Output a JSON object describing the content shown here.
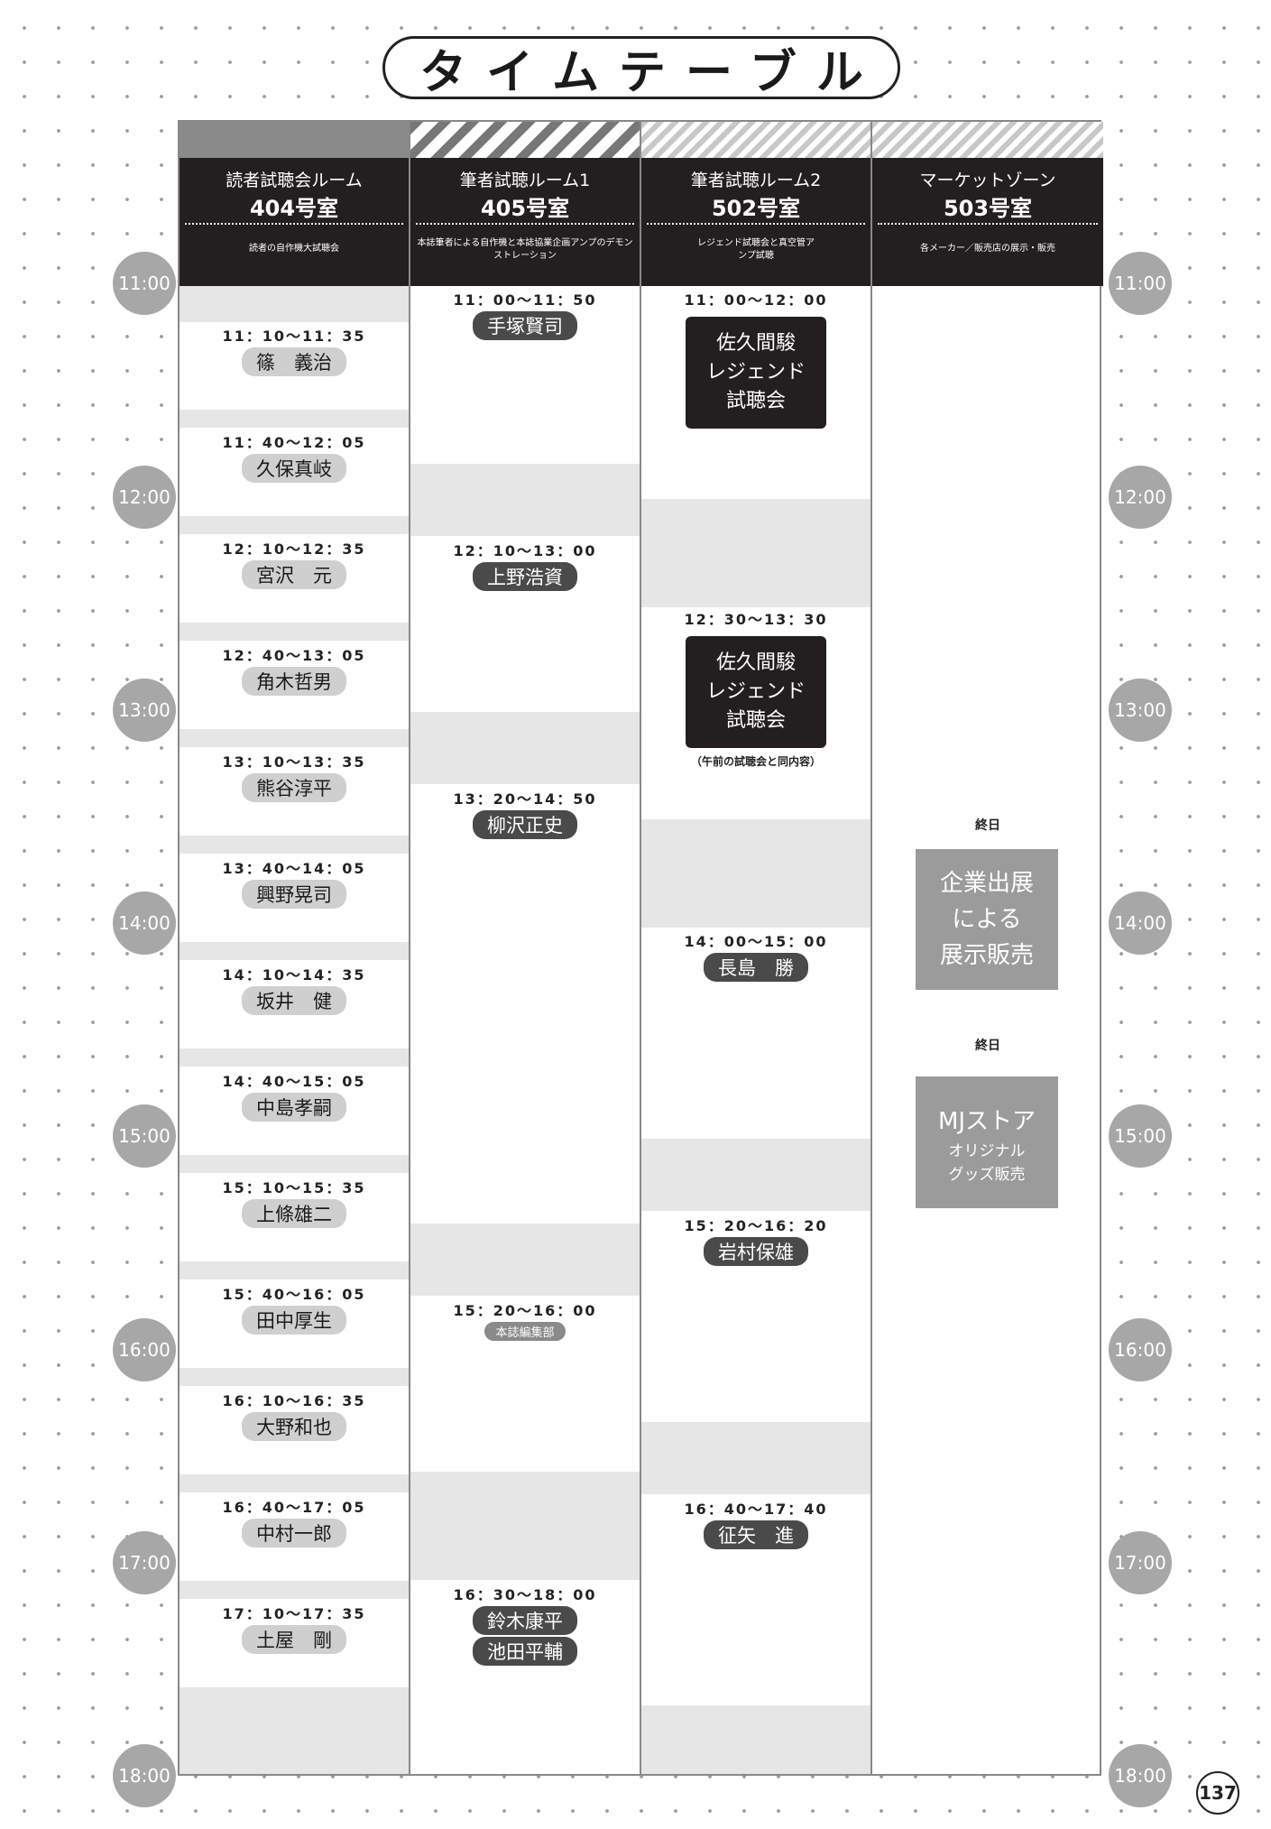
{
  "title": "タイムテーブル",
  "page_number": "137",
  "time_labels": [
    "11:00",
    "12:00",
    "13:00",
    "14:00",
    "15:00",
    "16:00",
    "17:00",
    "18:00"
  ],
  "rooms": [
    {
      "room": "読者試聴会ルーム",
      "number": "404号室",
      "desc": "読者の自作機大試聴会",
      "slots": [
        {
          "time": "11：10～11：35",
          "names": [
            "篠　義治"
          ]
        },
        {
          "time": "11：40～12：05",
          "names": [
            "久保真岐"
          ]
        },
        {
          "time": "12：10～12：35",
          "names": [
            "宮沢　元"
          ]
        },
        {
          "time": "12：40～13：05",
          "names": [
            "角木哲男"
          ]
        },
        {
          "time": "13：10～13：35",
          "names": [
            "熊谷淳平"
          ]
        },
        {
          "time": "13：40～14：05",
          "names": [
            "興野晃司"
          ]
        },
        {
          "time": "14：10～14：35",
          "names": [
            "坂井　健"
          ]
        },
        {
          "time": "14：40～15：05",
          "names": [
            "中島孝嗣"
          ]
        },
        {
          "time": "15：10～15：35",
          "names": [
            "上條雄二"
          ]
        },
        {
          "time": "15：40～16：05",
          "names": [
            "田中厚生"
          ]
        },
        {
          "time": "16：10～16：35",
          "names": [
            "大野和也"
          ]
        },
        {
          "time": "16：40～17：05",
          "names": [
            "中村一郎"
          ]
        },
        {
          "time": "17：10～17：35",
          "names": [
            "土屋　剛"
          ]
        }
      ]
    },
    {
      "room": "筆者試聴ルーム1",
      "number": "405号室",
      "desc": "本誌筆者による自作機と本誌協業企画アンプのデモンストレーション",
      "slots": [
        {
          "time": "11：00～11：50",
          "names": [
            "手塚賢司"
          ]
        },
        {
          "time": "12：10～13：00",
          "names": [
            "上野浩資"
          ]
        },
        {
          "time": "13：20～14：50",
          "names": [
            "柳沢正史"
          ]
        },
        {
          "time": "15：20～16：00",
          "names": [
            "本誌編集部"
          ]
        },
        {
          "time": "16：30～18：00",
          "names": [
            "鈴木康平",
            "池田平輔"
          ]
        }
      ]
    },
    {
      "room": "筆者試聴ルーム2",
      "number": "502号室",
      "desc": "レジェンド試聴会と真空管アンプ試聴",
      "slots": [
        {
          "time": "11：00～12：00",
          "legend": [
            "佐久間駿",
            "レジェンド",
            "試聴会"
          ]
        },
        {
          "time": "12：30～13：30",
          "legend": [
            "佐久間駿",
            "レジェンド",
            "試聴会"
          ],
          "note": "（午前の試聴会と同内容）"
        },
        {
          "time": "14：00～15：00",
          "names": [
            "長島　勝"
          ]
        },
        {
          "time": "15：20～16：20",
          "names": [
            "岩村保雄"
          ]
        },
        {
          "time": "16：40～17：40",
          "names": [
            "征矢　進"
          ]
        }
      ]
    },
    {
      "room": "マーケットゾーン",
      "number": "503号室",
      "desc": "各メーカー／販売店の展示・販売",
      "allday": "終日",
      "box1": [
        "企業出展",
        "による",
        "展示販売"
      ],
      "box2_main": "MJストア",
      "box2_sub": [
        "オリジナル",
        "グッズ販売"
      ]
    }
  ]
}
